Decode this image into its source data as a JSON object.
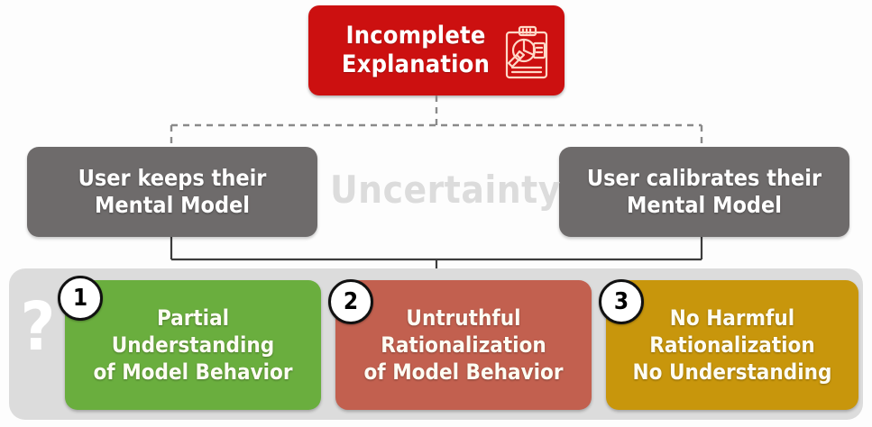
{
  "diagram": {
    "title_node": {
      "label": "Incomplete\nExplanation",
      "color": "#cc1010",
      "icon": "report-clipboard-icon"
    },
    "branches": [
      {
        "id": "keeps",
        "label": "User keeps their\nMental Model",
        "color": "#6e6b6b"
      },
      {
        "id": "calibrates",
        "label": "User calibrates their\nMental Model",
        "color": "#6e6b6b"
      }
    ],
    "watermark": {
      "label": "Uncertainty",
      "color": "#dcdcdc"
    },
    "outcome_panel": {
      "background": "#dcdcdc",
      "question_glyph": "?",
      "outcomes": [
        {
          "number": "1",
          "label": "Partial\nUnderstanding\nof Model Behavior",
          "color": "#6aae3e"
        },
        {
          "number": "2",
          "label": "Untruthful\nRationalization\nof Model Behavior",
          "color": "#c2604f"
        },
        {
          "number": "3",
          "label": "No Harmful\nRationalization\nNo Understanding",
          "color": "#c8960c"
        }
      ]
    },
    "connectors": {
      "top_style": "dashed",
      "bottom_style": "solid",
      "color": "#6d6d6d"
    }
  }
}
